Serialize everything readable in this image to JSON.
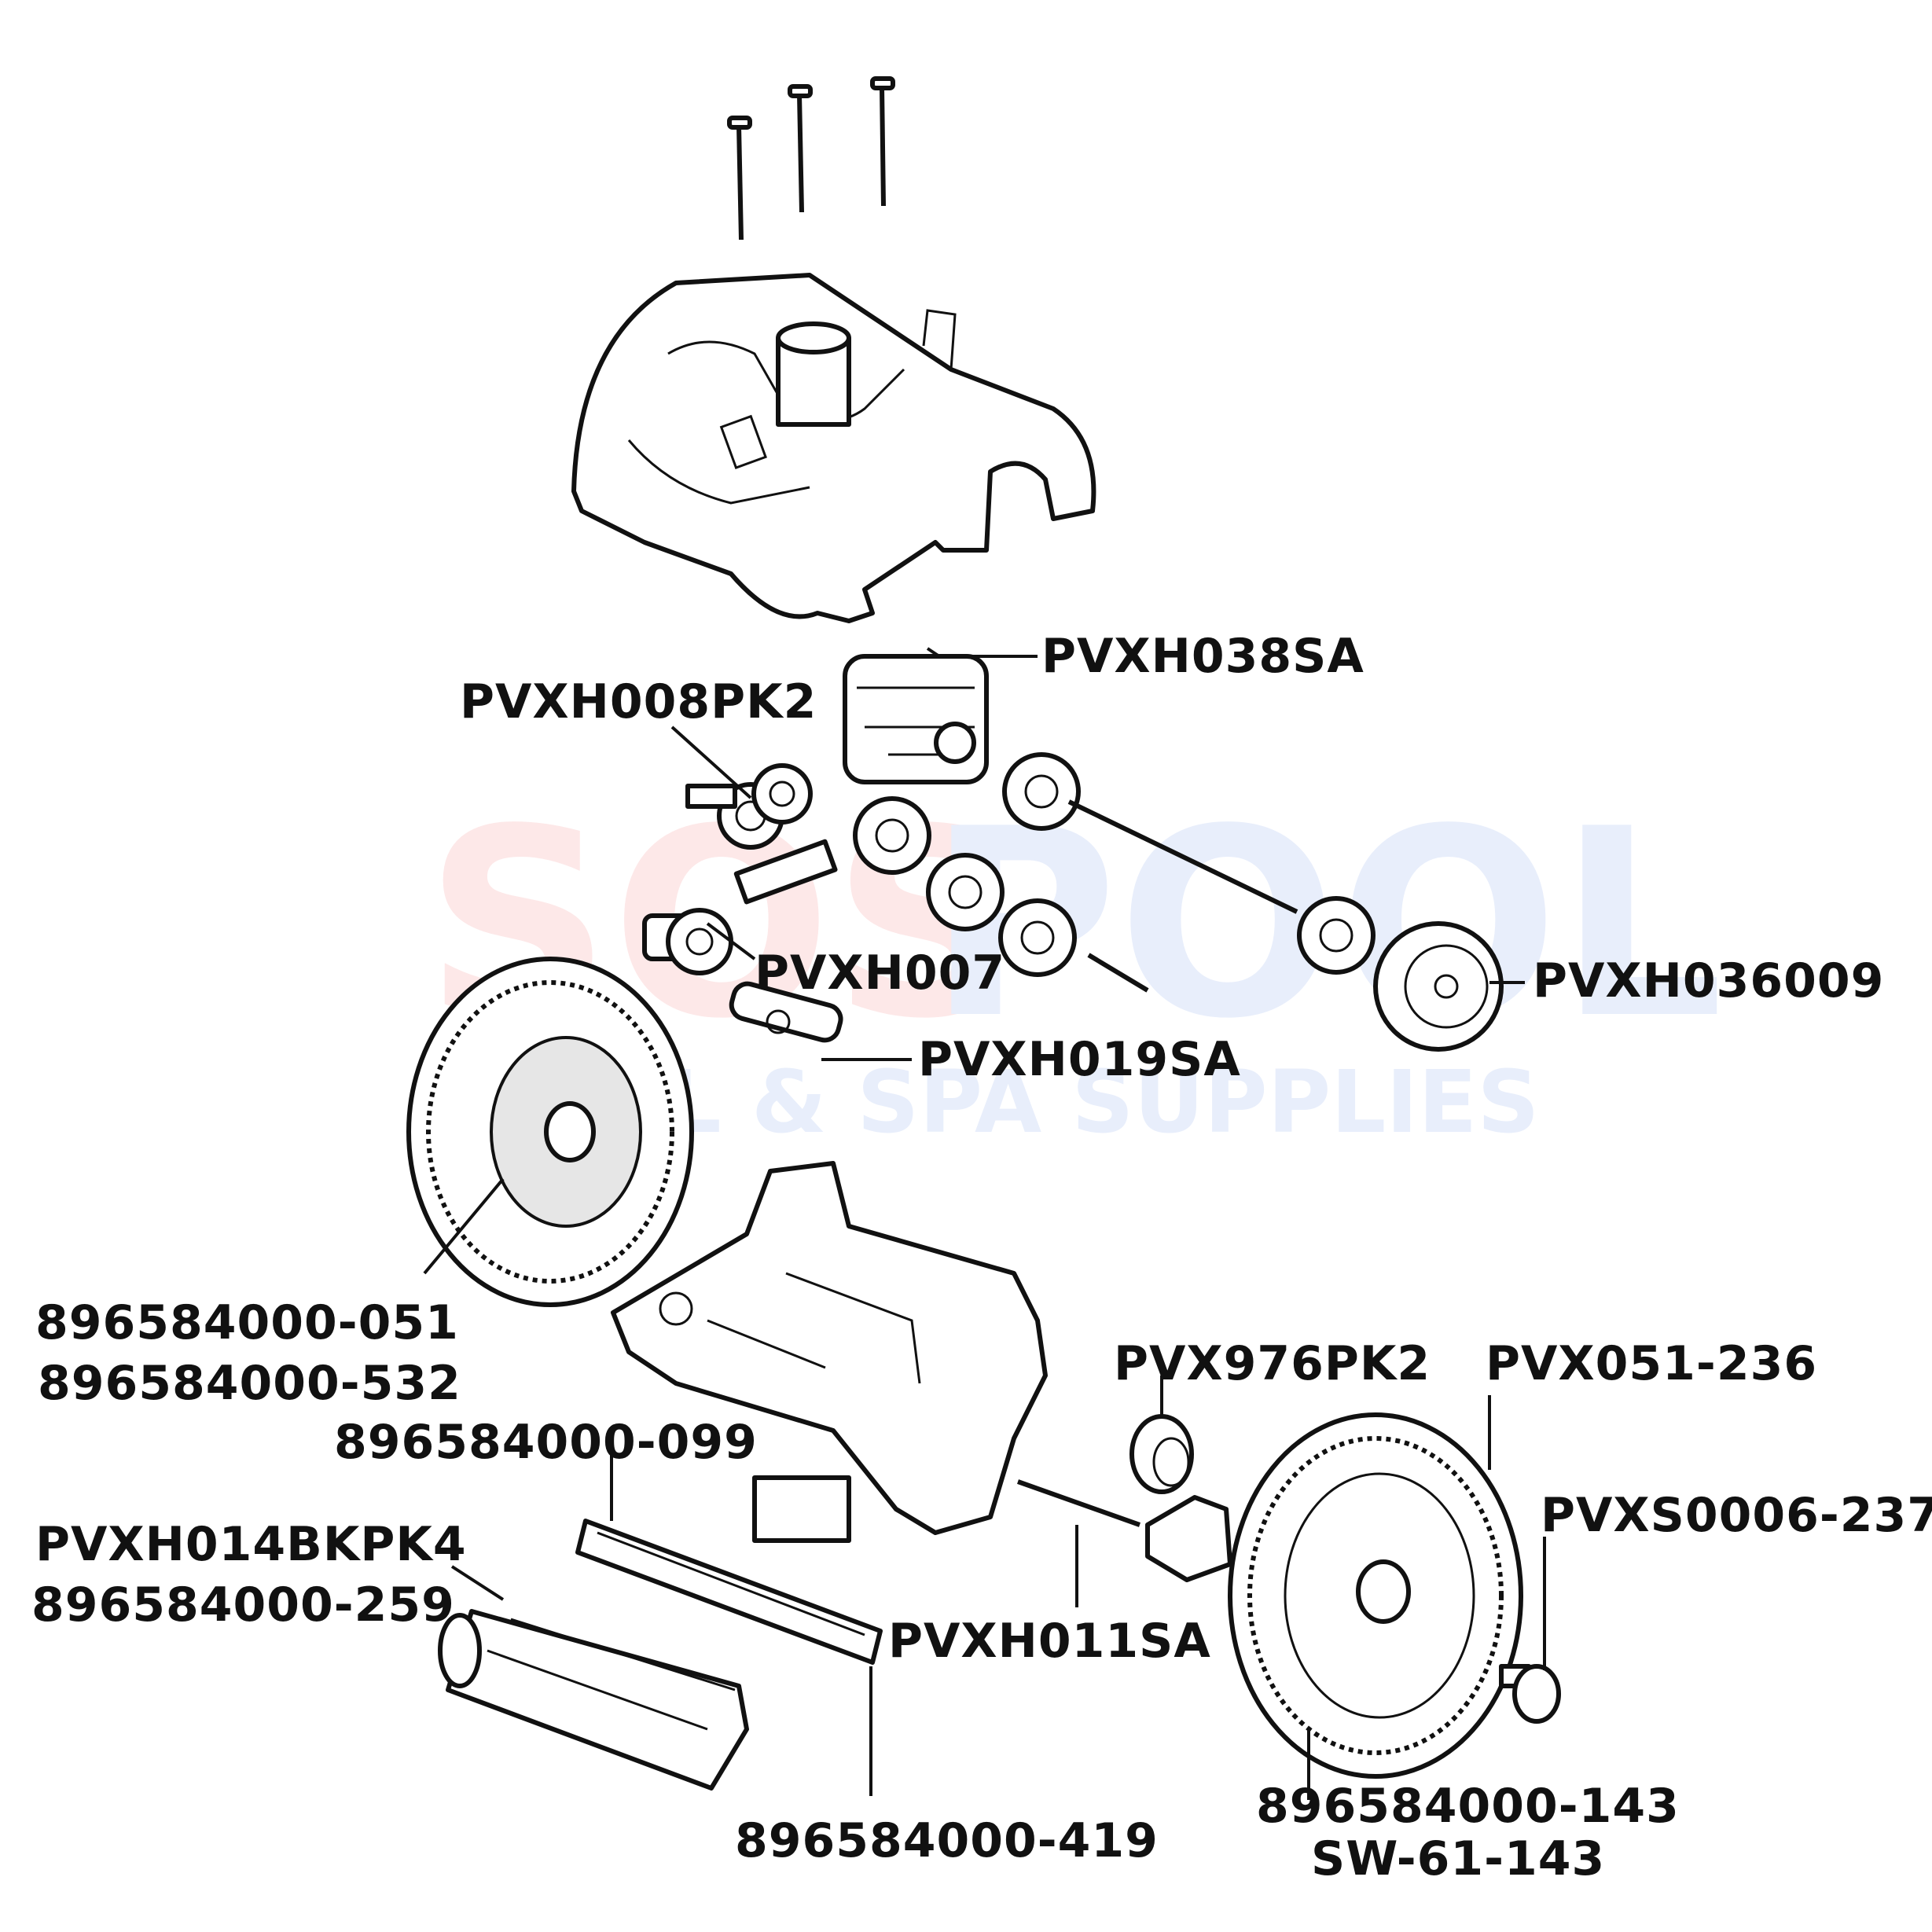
{
  "colors": {
    "ink": "#111111",
    "watermark_red": "#fde8e8",
    "watermark_blue": "#e8eefb",
    "paper": "#ffffff"
  },
  "watermark": {
    "brand_a": "SOS",
    "brand_b": "POOL",
    "tagline": "POOL & SPA SUPPLIES"
  },
  "labels": {
    "pvxh038sa": "PVXH038SA",
    "pvxh008pk2": "PVXH008PK2",
    "pvxh007": "PVXH007",
    "pvxh036009": "PVXH036009",
    "pvxh019sa": "PVXH019SA",
    "p051": "896584000-051",
    "p532": "896584000-532",
    "pvx976pk2": "PVX976PK2",
    "pvx051_236": "PVX051-236",
    "p099": "896584000-099",
    "pvxs0006_237": "PVXS0006-237",
    "pvxh014bkpk4": "PVXH014BKPK4",
    "p259": "896584000-259",
    "pvxh011sa": "PVXH011SA",
    "p143": "896584000-143",
    "sw61_143": "SW-61-143",
    "p419": "896584000-419"
  }
}
